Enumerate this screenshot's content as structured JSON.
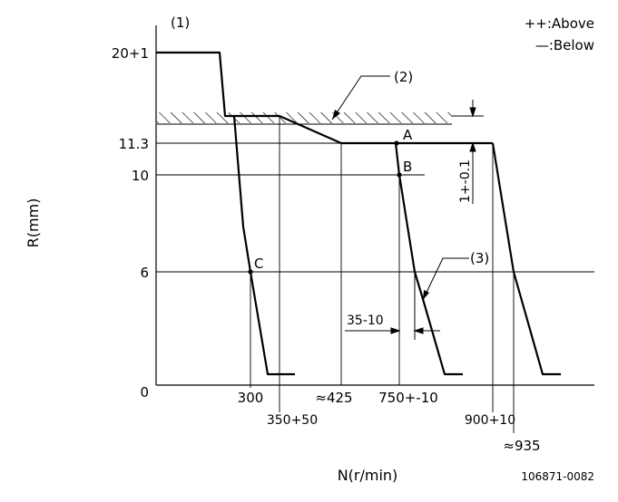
{
  "diagram": {
    "note_num": "(1)",
    "legend_above": "++:Above",
    "legend_below": "—:Below",
    "callout_2": "(2)",
    "callout_3": "(3)",
    "y_axis_label": "R(mm)",
    "x_axis_label": "N(r/min)",
    "doc_code": "106871-0082",
    "y_ticks": [
      "20+1",
      "11.3",
      "10",
      "6",
      "0"
    ],
    "x_ticks": [
      "300",
      "350+50",
      "≈425",
      "750+-10",
      "900+10",
      "≈935"
    ],
    "points": [
      "A",
      "B",
      "C"
    ],
    "dim_rack": "1+-0.1",
    "dim_speed": "35-10"
  }
}
